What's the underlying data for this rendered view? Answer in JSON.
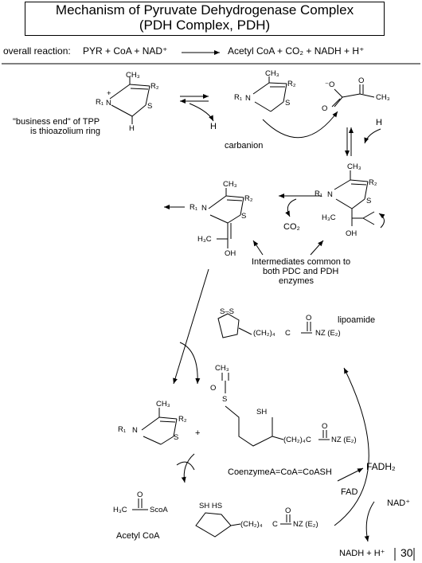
{
  "title": {
    "line1": "Mechanism of Pyruvate Dehydrogenase Complex",
    "line2": "(PDH Complex, PDH)"
  },
  "overall": {
    "label": "overall reaction:",
    "reactants": "PYR + CoA + NAD⁺",
    "products": "Acetyl CoA  + CO₂ + NADH + H⁺"
  },
  "labels": {
    "business_end_1": "\"business end\" of TPP",
    "business_end_2": "is thioazolium ring",
    "carbanion": "carbanion",
    "h_plus": "H",
    "co2": "CO₂",
    "intermediates_1": "Intermediates common to",
    "intermediates_2": "both PDC and PDH",
    "intermediates_3": "enzymes",
    "lipoamide": "lipoamide",
    "coenzymeA": "CoenzymeA=CoA=CoASH",
    "acetyl_coa": "Acetyl CoA",
    "fadh2": "FADH₂",
    "fad": "FAD",
    "nad_plus": "NAD⁺",
    "nadh": "NADH + H⁺"
  },
  "atoms": {
    "r1": "R₁",
    "r2": "R₂",
    "n": "N",
    "s": "S",
    "c": "C",
    "ch3": "CH₃",
    "h": "H",
    "oh": "OH",
    "h3c": "H₃C",
    "o": "O",
    "o_minus": "⁻O",
    "ch2_4": "(CH₂)₄",
    "nz_e2": "NZ (E₂)",
    "scoa": "ScoA",
    "sh": "SH",
    "sh_hs": "SH HS",
    "s_s": "S–S",
    "plus": "+"
  },
  "page_number": "30"
}
